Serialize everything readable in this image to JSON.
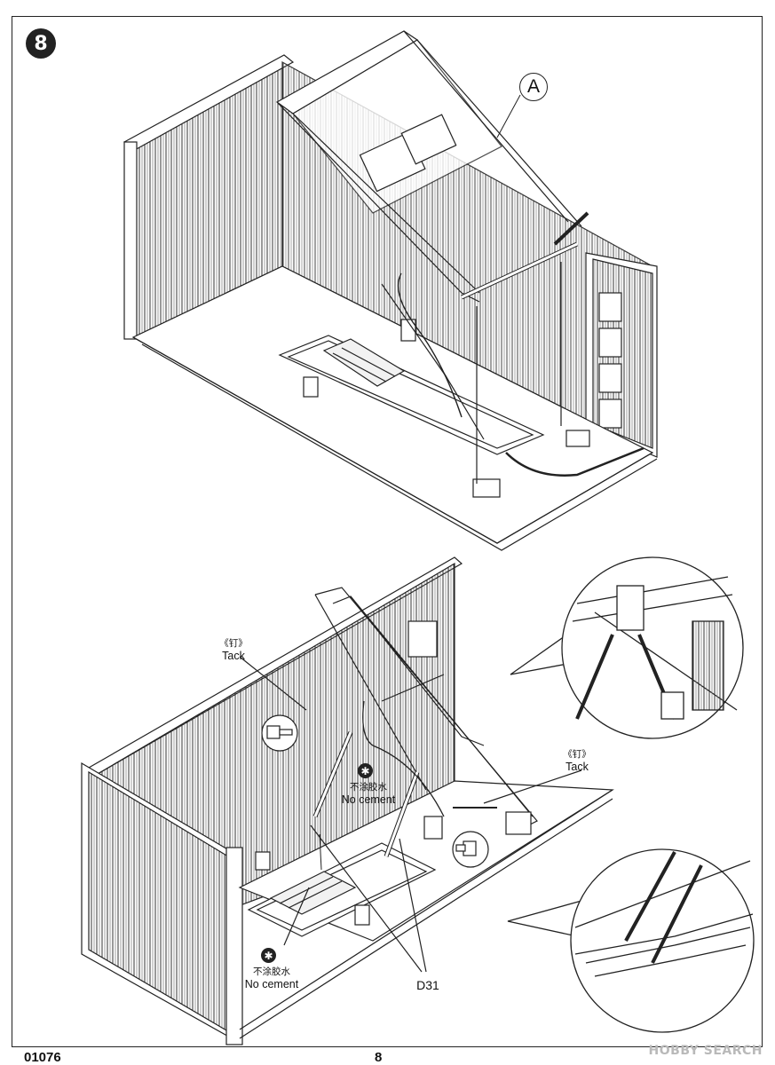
{
  "page": {
    "step_number": "8",
    "part_letter": "A",
    "footer_code": "01076",
    "page_number": "8",
    "watermark": "HOBBY SEARCH"
  },
  "callouts": {
    "tack_top_cn": "《钉》",
    "tack_top_en": "Tack",
    "tack_right_cn": "《钉》",
    "tack_right_en": "Tack",
    "no_cement_mid_cn": "不涂胶水",
    "no_cement_mid_en": "No cement",
    "no_cement_low_cn": "不涂胶水",
    "no_cement_low_en": "No cement",
    "part_d31": "D31"
  },
  "icons": {
    "no_cement": "no-cement-icon",
    "tack": "tack-pin-icon"
  }
}
